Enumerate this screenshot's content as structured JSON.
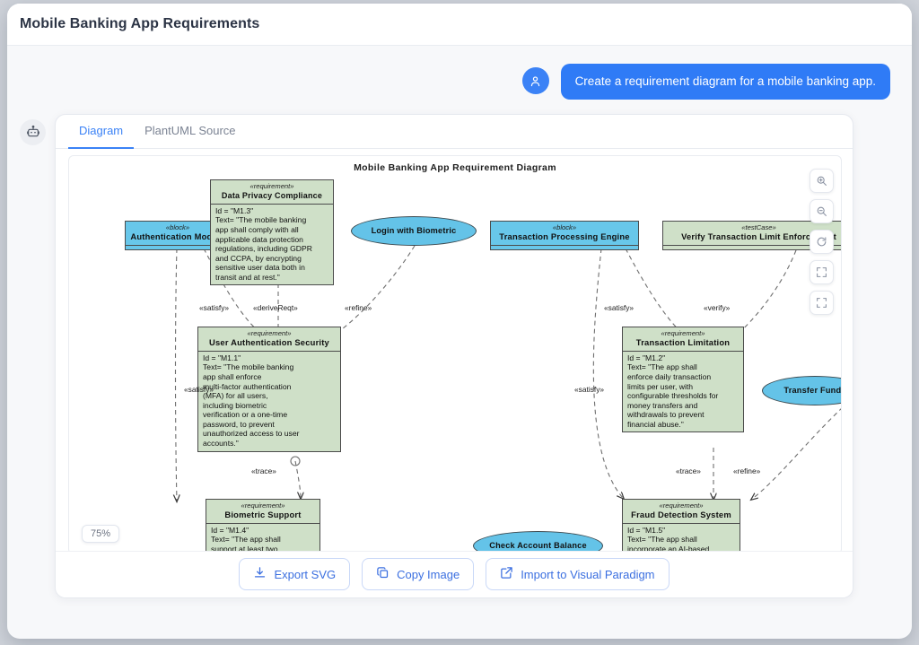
{
  "header": {
    "title": "Mobile Banking App Requirements"
  },
  "chat": {
    "user_avatar_icon": "user-icon",
    "user_message": "Create a requirement diagram for a mobile banking app.",
    "assistant_avatar_icon": "robot-icon"
  },
  "panel": {
    "tabs": [
      {
        "label": "Diagram",
        "active": true
      },
      {
        "label": "PlantUML Source",
        "active": false
      }
    ],
    "zoom_badge": "75%",
    "toolbar": [
      {
        "name": "zoom-in-icon",
        "label": "Zoom In"
      },
      {
        "name": "zoom-out-icon",
        "label": "Zoom Out"
      },
      {
        "name": "reset-icon",
        "label": "Reset"
      },
      {
        "name": "fit-screen-icon",
        "label": "Fit to Screen"
      },
      {
        "name": "fullscreen-icon",
        "label": "Fullscreen"
      }
    ],
    "actions": [
      {
        "label": "Export SVG",
        "icon": "download-icon"
      },
      {
        "label": "Copy Image",
        "icon": "copy-icon"
      },
      {
        "label": "Import to Visual Paradigm",
        "icon": "external-link-icon"
      }
    ]
  },
  "diagram": {
    "title": "Mobile Banking App Requirement Diagram",
    "colors": {
      "block": "#68c7ea",
      "requirement": "#cfe0c8",
      "usecase": "#64c3e8",
      "stroke": "#4b4b4b"
    },
    "nodes": [
      {
        "id": "auth-module",
        "type": "block",
        "stereotype": "«block»",
        "name": "Authentication Module",
        "body": []
      },
      {
        "id": "data-privacy",
        "type": "requirement",
        "stereotype": "«requirement»",
        "name": "Data Privacy Compliance",
        "body": [
          "Id =  \"M1.3\"",
          "Text= \"The mobile banking",
          "app shall comply with all",
          "applicable data protection",
          "regulations, including GDPR",
          "and CCPA, by encrypting",
          "sensitive user data both in",
          "transit and at rest.\""
        ]
      },
      {
        "id": "login-biometric",
        "type": "usecase",
        "stereotype": "",
        "name": "Login with Biometric",
        "body": []
      },
      {
        "id": "txn-engine",
        "type": "block",
        "stereotype": "«block»",
        "name": "Transaction Processing Engine",
        "body": []
      },
      {
        "id": "verify-txn-limit",
        "type": "testCase",
        "stereotype": "«testCase»",
        "name": "Verify Transaction Limit Enforcement",
        "body": []
      },
      {
        "id": "user-auth-security",
        "type": "requirement",
        "stereotype": "«requirement»",
        "name": "User Authentication Security",
        "body": [
          "Id =  \"M1.1\"",
          "Text= \"The mobile banking",
          "app shall enforce",
          "multi-factor authentication",
          "(MFA) for all users,",
          "including biometric",
          "verification or a one-time",
          "password, to prevent",
          "unauthorized access to user",
          "accounts.\""
        ]
      },
      {
        "id": "txn-limitation",
        "type": "requirement",
        "stereotype": "«requirement»",
        "name": "Transaction Limitation",
        "body": [
          "Id =  \"M1.2\"",
          "Text= \"The app shall",
          "enforce daily transaction",
          "limits per user, with",
          "configurable thresholds for",
          "money transfers and",
          "withdrawals to prevent",
          "financial abuse.\""
        ]
      },
      {
        "id": "transfer-funds",
        "type": "usecase",
        "stereotype": "",
        "name": "Transfer Funds",
        "body": []
      },
      {
        "id": "biometric-support",
        "type": "requirement",
        "stereotype": "«requirement»",
        "name": "Biometric Support",
        "body": [
          "Id =  \"M1.4\"",
          "Text= \"The app shall",
          "support at least two"
        ]
      },
      {
        "id": "fraud-detection",
        "type": "requirement",
        "stereotype": "«requirement»",
        "name": "Fraud Detection System",
        "body": [
          "Id =  \"M1.5\"",
          "Text= \"The app shall",
          "incorporate an AI-based"
        ]
      },
      {
        "id": "check-balance",
        "type": "usecase",
        "stereotype": "",
        "name": "Check Account Balance",
        "body": []
      }
    ],
    "edge_labels": [
      "«satisfy»",
      "«deriveReqt»",
      "«refine»",
      "«satisfy»",
      "«verify»",
      "«satisfy»",
      "«satisfy»",
      "«trace»",
      "«trace»",
      "«refine»"
    ]
  }
}
